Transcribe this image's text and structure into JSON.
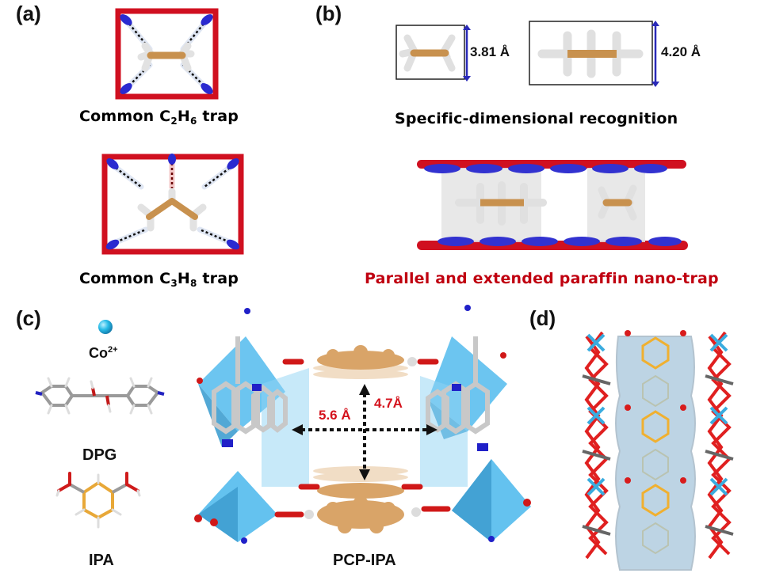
{
  "panels": {
    "a": {
      "label": "(a)",
      "ethane_trap": {
        "caption_prefix": "Common C",
        "sub1": "2",
        "mid": "H",
        "sub2": "6",
        "suffix": " trap"
      },
      "propane_trap": {
        "caption_prefix": "Common C",
        "sub1": "3",
        "mid": "H",
        "sub2": "8",
        "suffix": " trap"
      }
    },
    "b": {
      "label": "(b)",
      "ethane_dimension": "3.81 Å",
      "propane_dimension": "4.20 Å",
      "recognition_caption": "Specific-dimensional recognition",
      "nanotrap_caption": "Parallel and extended paraffin nano-trap"
    },
    "c": {
      "label": "(c)",
      "metal_ion": {
        "text": "Co",
        "sup": "2+"
      },
      "ligand1": "DPG",
      "ligand2": "IPA",
      "framework": "PCP-IPA",
      "pore_width": "5.6 Å",
      "pore_height": "4.7Å"
    },
    "d": {
      "label": "(d)"
    }
  },
  "colors": {
    "trap_frame": "#d01020",
    "acceptor": "#2a2ad0",
    "carbon": "#c8914e",
    "hydrogen": "#e8e8e8",
    "cobalt": "#2ec0ea",
    "polyhedron": "#4fb6e8",
    "oxygen": "#d81c1c",
    "nitrogen": "#2020c0",
    "accent_red_text": "#c00010"
  }
}
